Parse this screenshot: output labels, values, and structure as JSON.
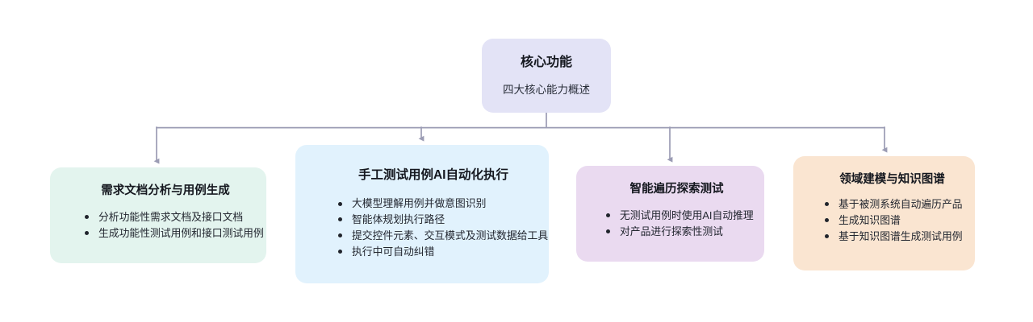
{
  "diagram": {
    "type": "org-chart",
    "orientation": "top-down",
    "connector_color": "#9b9cb4",
    "root": {
      "title": "核心功能",
      "subtitle": "四大核心能力概述",
      "color": "#e3e3f6"
    },
    "children": [
      {
        "title": "需求文档分析与用例生成",
        "color": "#e3f4ee",
        "bullets": [
          "分析功能性需求文档及接口文档",
          "生成功能性测试用例和接口测试用例"
        ]
      },
      {
        "title": "手工测试用例AI自动化执行",
        "color": "#e1f2fd",
        "bullets": [
          "大模型理解用例并做意图识别",
          "智能体规划执行路径",
          "提交控件元素、交互模式及测试数据给工具",
          "执行中可自动纠错"
        ]
      },
      {
        "title": "智能遍历探索测试",
        "color": "#eadaf0",
        "bullets": [
          "无测试用例时使用AI自动推理",
          "对产品进行探索性测试"
        ]
      },
      {
        "title": "领域建模与知识图谱",
        "color": "#fae5d1",
        "bullets": [
          "基于被测系统自动遍历产品",
          "生成知识图谱",
          "基于知识图谱生成测试用例"
        ]
      }
    ]
  }
}
